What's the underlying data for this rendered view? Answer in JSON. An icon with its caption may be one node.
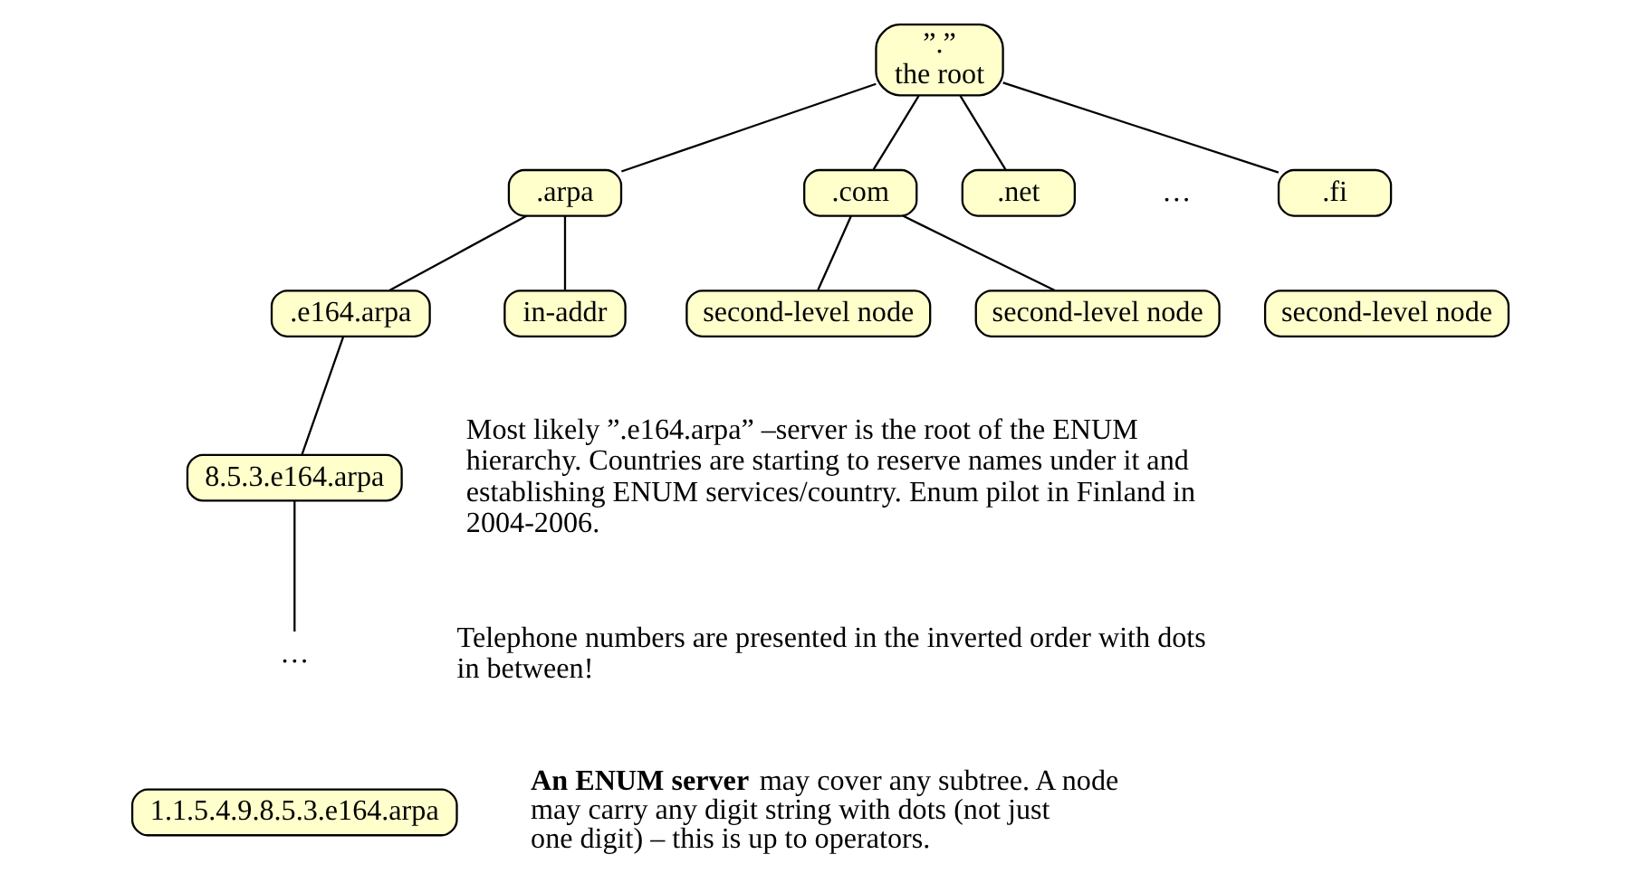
{
  "diagram": {
    "nodes": [
      {
        "text": [
          "”.”",
          "the root"
        ]
      },
      {
        "text": [
          ".arpa"
        ]
      },
      {
        "text": [
          ".com"
        ]
      },
      {
        "text": [
          ".net"
        ]
      },
      {
        "text": [
          ".fi"
        ]
      },
      {
        "text": [
          ".e164.arpa"
        ]
      },
      {
        "text": [
          "in-addr"
        ]
      },
      {
        "text": [
          "second-level node"
        ]
      },
      {
        "text": [
          "second-level node"
        ]
      },
      {
        "text": [
          "second-level node"
        ]
      },
      {
        "text": [
          "8.5.3.e164.arpa"
        ]
      },
      {
        "text": [
          "…"
        ]
      },
      {
        "text": [
          "1.1.5.4.9.8.5.3.e164.arpa"
        ]
      }
    ],
    "edges": [
      {
        "from": 0,
        "to": 1,
        "arrow": "none"
      },
      {
        "from": 0,
        "to": 2,
        "arrow": "none"
      },
      {
        "from": 0,
        "to": 3,
        "arrow": "none"
      },
      {
        "from": 0,
        "to": 4,
        "arrow": "none"
      },
      {
        "from": 1,
        "to": 5,
        "arrow": "none"
      },
      {
        "from": 1,
        "to": 6,
        "arrow": "none"
      },
      {
        "from": 2,
        "to": 7,
        "arrow": "none"
      },
      {
        "from": 2,
        "to": 8,
        "arrow": "none"
      },
      {
        "from": 5,
        "to": 10,
        "arrow": "none"
      },
      {
        "from": 10,
        "to": 11,
        "arrow": "none"
      }
    ],
    "labels": [
      "…",
      "Most likely ”.e164.arpa” –server is the root of the ENUM hierarchy. Countries are starting to reserve names under it and establishing ENUM services/country. Enum pilot in Finland in 2004-2006.",
      "Telephone numbers are presented in the inverted order with dots in between!",
      "**An ENUM server** may cover any subtree. A node may carry any digit string with dots (not just one digit) – this is up to operators."
    ]
  }
}
